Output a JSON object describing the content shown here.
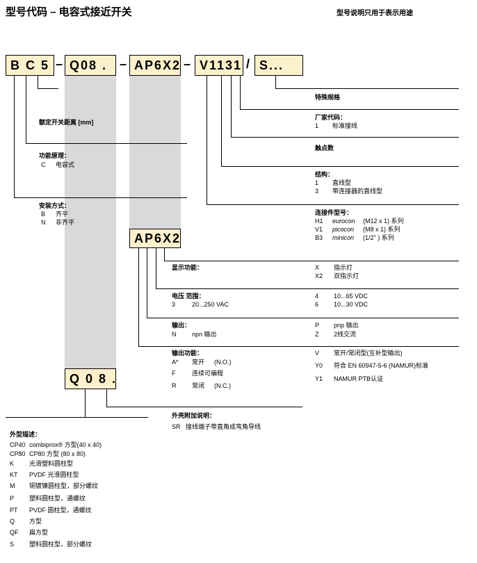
{
  "header": {
    "title": "型号代码  – 电容式接近开关",
    "subtitle": "型号说明只用于表示用途"
  },
  "code_boxes": [
    {
      "text": "B C 5"
    },
    {
      "text": "Q08 ."
    },
    {
      "text": "AP6X2"
    },
    {
      "text": "V1131"
    },
    {
      "text": "S..."
    }
  ],
  "separators": [
    "–",
    "–",
    "–",
    "/"
  ],
  "repeat_boxes": {
    "ap": "AP6X2",
    "q": "Q 0 8 ."
  },
  "left_column": {
    "distance": "额定开关距离 [mm]",
    "principle": {
      "label": "功能原理：",
      "code": "C",
      "text": "电容式"
    },
    "mounting": {
      "label": "安装方式：",
      "items": [
        {
          "code": "B",
          "text": "齐平"
        },
        {
          "code": "N",
          "text": "非齐平"
        }
      ]
    }
  },
  "right_column": {
    "special": "特殊规格",
    "manufacturer": {
      "label": "厂家代码：",
      "code": "1",
      "text": "标准接线"
    },
    "contacts": "触点数",
    "structure": {
      "label": "结构：",
      "items": [
        {
          "code": "1",
          "text": "直线型"
        },
        {
          "code": "3",
          "text": "带连接器的直线型"
        }
      ]
    },
    "connector": {
      "label": "连接件型号：",
      "items": [
        {
          "code": "H1",
          "name": "eurocon",
          "spec": "(M12 x 1) 系列"
        },
        {
          "code": "V1",
          "name": "picocon",
          "spec": "(M8 x 1) 系列"
        },
        {
          "code": "B3",
          "name": "minicon",
          "spec": "(1/2\" ) 系列"
        }
      ]
    }
  },
  "ap_section": {
    "display": {
      "label": "显示功能：",
      "items": [
        {
          "code": "X",
          "text": "指示灯"
        },
        {
          "code": "X2",
          "text": "双指示灯"
        }
      ]
    },
    "voltage": {
      "label": "电压 范围：",
      "left": {
        "code": "3",
        "text": "20...250 VAC"
      },
      "right": [
        {
          "code": "4",
          "text": "10...65 VDC"
        },
        {
          "code": "6",
          "text": "10...30 VDC"
        }
      ]
    },
    "output": {
      "label": "输出：",
      "left": {
        "code": "N",
        "text": "npn 输出"
      },
      "right": [
        {
          "code": "P",
          "text": "pnp 输出"
        },
        {
          "code": "Z",
          "text": "2线交流"
        }
      ]
    },
    "output_function": {
      "label": "输出功能：",
      "left": [
        {
          "code": "A*",
          "text": "常开",
          "note": "(N.O.)"
        },
        {
          "code": "F",
          "text": "连续可编程",
          "note": ""
        },
        {
          "code": "R",
          "text": "常闭",
          "note": "(N.C.)"
        }
      ],
      "right": [
        {
          "code": "V",
          "text": "常开/常闭型(互补型输出)"
        },
        {
          "code": "Y0",
          "text": "符合 EN 60947-5-6 (NAMUR)标准"
        },
        {
          "code": "Y1",
          "text": "NAMUR PTB认证"
        }
      ]
    }
  },
  "appearance_note": {
    "label": "外壳附加说明：",
    "code": "SR",
    "text": "接线端子带直角成弯角导线"
  },
  "housing": {
    "label": "外型描述：",
    "items": [
      {
        "code": "CP40",
        "text": "combiprox® 方型(40 x 40)"
      },
      {
        "code": "CP80",
        "text": "CP80 方型 (80 x 80)"
      },
      {
        "code": "K",
        "text": "光滑塑料圆柱型"
      },
      {
        "code": "KT",
        "text": "PVDF 光滑圆柱型"
      },
      {
        "code": "M",
        "text": "铜镀镍圆柱型，部分螺纹"
      },
      {
        "code": "P",
        "text": "塑料圆柱型，通螺纹"
      },
      {
        "code": "PT",
        "text": "PVDF 圆柱型，通螺纹"
      },
      {
        "code": "Q",
        "text": "方型"
      },
      {
        "code": "QF",
        "text": "扁方型"
      },
      {
        "code": "S",
        "text": "塑料圆柱型，部分螺纹"
      }
    ]
  }
}
